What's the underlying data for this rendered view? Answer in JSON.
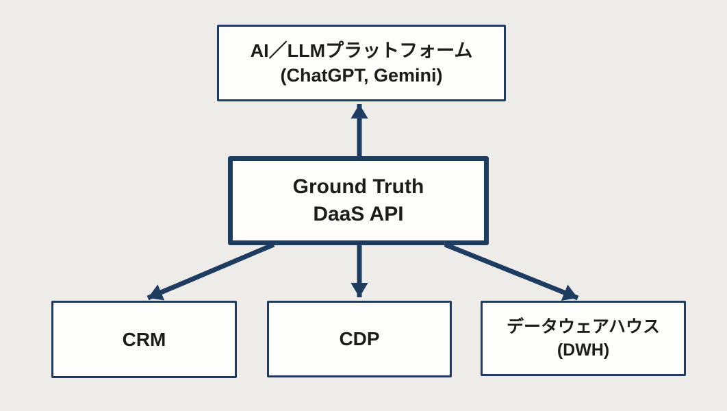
{
  "diagram": {
    "colors": {
      "background": "#edece8",
      "box_fill": "#fdfdfb",
      "line_navy": "#1e3b60",
      "text": "#1c1c1c"
    },
    "nodes": {
      "platform": {
        "line1": "AI／LLMプラットフォーム",
        "line2": "(ChatGPT, Gemini)"
      },
      "daas": {
        "line1": "Ground Truth",
        "line2": "DaaS API"
      },
      "crm": {
        "label": "CRM"
      },
      "cdp": {
        "label": "CDP"
      },
      "dwh": {
        "line1": "データウェアハウス",
        "line2": "(DWH)"
      }
    },
    "edges": [
      {
        "from": "daas",
        "to": "platform",
        "direction": "up"
      },
      {
        "from": "daas",
        "to": "crm",
        "direction": "down-left"
      },
      {
        "from": "daas",
        "to": "cdp",
        "direction": "down"
      },
      {
        "from": "daas",
        "to": "dwh",
        "direction": "down-right"
      }
    ]
  }
}
